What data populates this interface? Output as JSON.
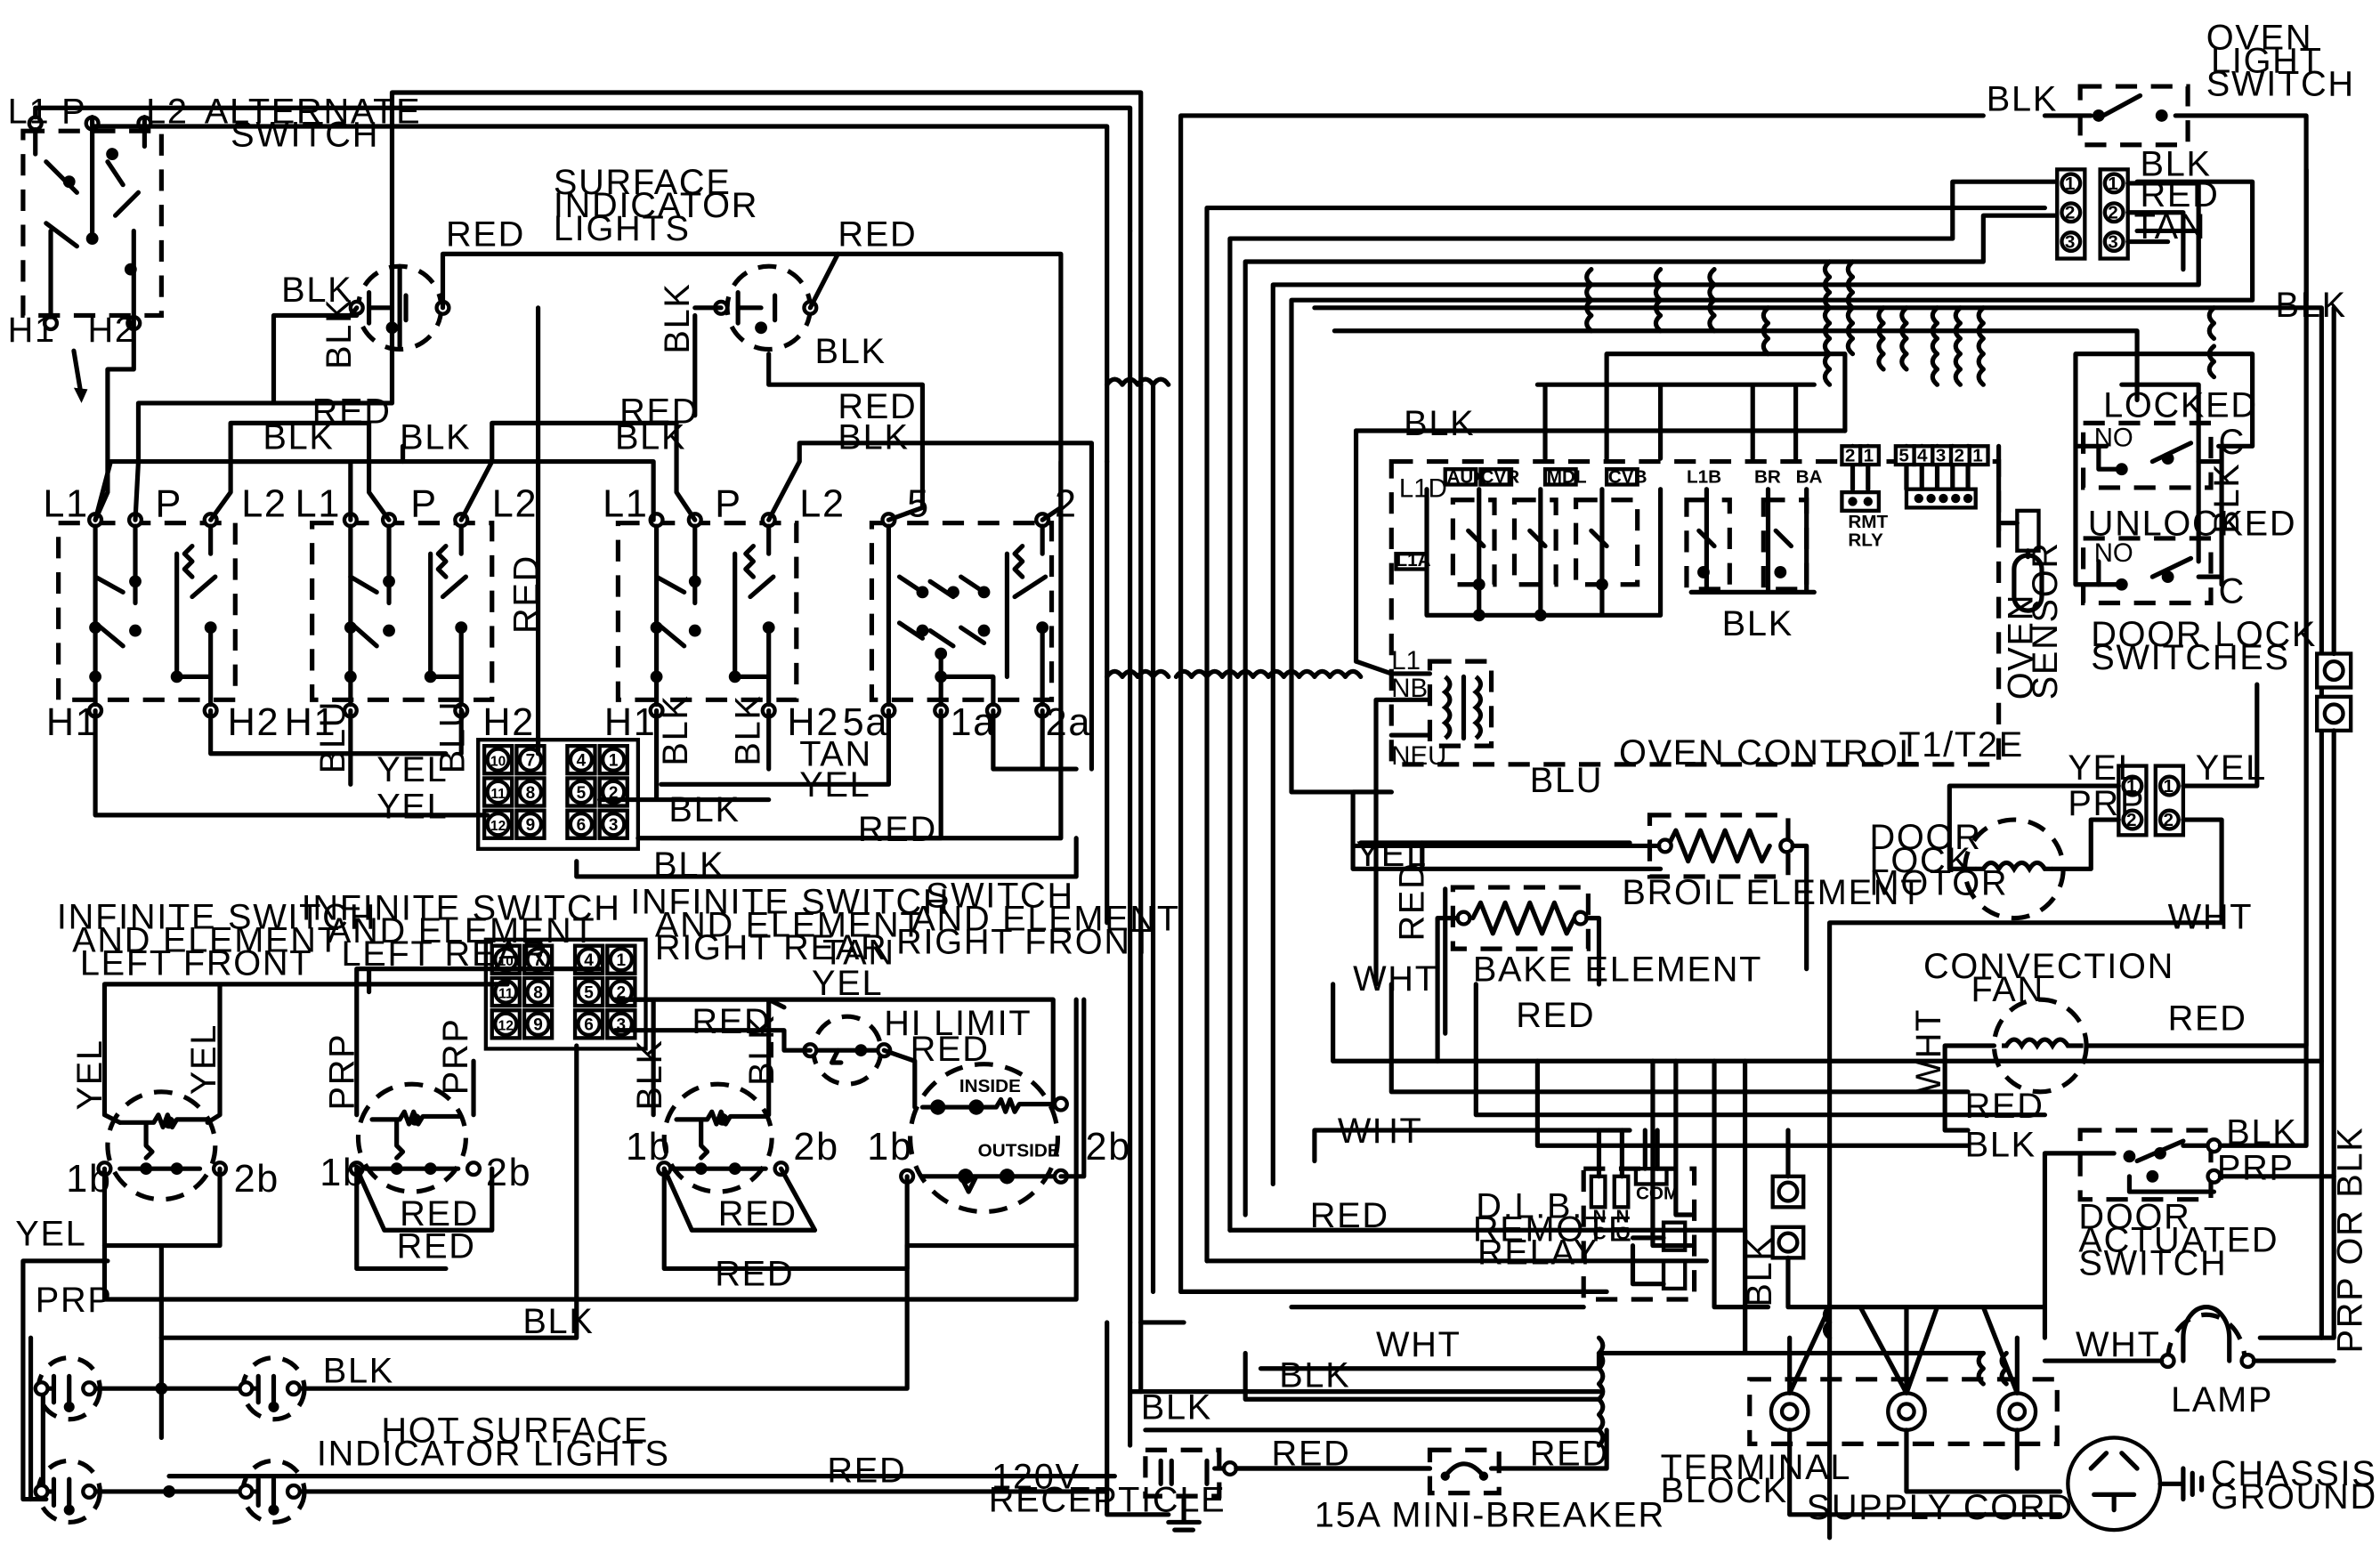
{
  "title": "",
  "alternate_switch": {
    "title": [
      "ALTERNATE",
      "SWITCH"
    ],
    "terminals": {
      "l1": "L1",
      "p": "P",
      "l2": "L2",
      "h1": "H1",
      "h2": "H2"
    }
  },
  "surface_indicator": {
    "title": [
      "SURFACE",
      "INDICATOR",
      "LIGHTS"
    ]
  },
  "switch_terminals": {
    "l1": "L1",
    "p": "P",
    "l2": "L2",
    "h1": "H1",
    "h2": "H2",
    "t5": "5",
    "t2": "2",
    "t5a": "5a",
    "t1a": "1a",
    "t2a": "2a"
  },
  "wire_colors": {
    "red": "RED",
    "blk": "BLK",
    "yel": "YEL",
    "blu": "BLU",
    "tan": "TAN",
    "wht": "WHT",
    "prp": "PRP",
    "prp_or_blk": "PRP OR BLK"
  },
  "connector_numbers": [
    "1",
    "2",
    "3",
    "4",
    "5",
    "6",
    "7",
    "8",
    "9",
    "10",
    "11",
    "12"
  ],
  "lower_sections": {
    "left_front": [
      "INFINITE SWITCH",
      "AND ELEMENT",
      "LEFT FRONT"
    ],
    "left_rear": [
      "INFINITE SWITCH",
      "AND ELEMENT",
      "LEFT REAR"
    ],
    "right_rear": [
      "INFINITE SWITCH",
      "AND ELEMENT",
      "RIGHT REAR"
    ],
    "right_front": [
      "SWITCH",
      "AND ELEMENT",
      "RIGHT FRONT"
    ],
    "element_terminals": {
      "t1b": "1b",
      "t2b": "2b"
    },
    "hi_limit": "HI LIMIT",
    "inside": "INSIDE",
    "outside": "OUTSIDE",
    "hot_surface": [
      "HOT SURFACE",
      "INDICATOR LIGHTS"
    ]
  },
  "receptacle": [
    "120V",
    "RECEPTICLE"
  ],
  "mini_breaker": "15A MINI-BREAKER",
  "terminal_block": [
    "TERMINAL",
    "BLOCK"
  ],
  "supply_cord": "SUPPLY CORD",
  "chassis_ground": [
    "CHASSIS",
    "GROUND"
  ],
  "lamp": "LAMP",
  "oven_light_switch": [
    "OVEN",
    "LIGHT",
    "SWITCH"
  ],
  "oven_control": {
    "title": "OVEN CONTROL",
    "model": "T1/T2E",
    "relays": {
      "aux": "AUX",
      "cvr": "CVR",
      "mdl": "MDL",
      "cvb": "CVB",
      "l1b": "L1B",
      "br": "BR",
      "ba": "BA"
    },
    "left_pins": {
      "l1d": "L1D",
      "l1a": "L1A",
      "l1": "L1",
      "nb": "NB",
      "neu": "NEU"
    },
    "rmt_rly": [
      "RMT",
      "RLY"
    ],
    "rmt_rly_pins": [
      "2",
      "1"
    ],
    "sensor_pins": [
      "5",
      "4",
      "3",
      "2",
      "1"
    ]
  },
  "oven_sensor": [
    "OVEN",
    "SENSOR"
  ],
  "door_lock": {
    "locked": "LOCKED",
    "unlocked": "UNLOCKED",
    "no": "NO",
    "c": "C",
    "switches": [
      "DOOR LOCK",
      "SWITCHES"
    ],
    "motor": [
      "DOOR",
      "LOCK",
      "MOTOR"
    ]
  },
  "broil_element": "BROIL ELEMENT",
  "bake_element": "BAKE ELEMENT",
  "convection_fan": [
    "CONVECTION",
    "FAN"
  ],
  "dlb_relay": {
    "title": [
      "D.L.B.",
      "REMOTE",
      "RELAY"
    ],
    "nc": [
      "N",
      "C"
    ],
    "no": [
      "N",
      "O"
    ],
    "com": "COM"
  },
  "door_actuated_switch": [
    "DOOR",
    "ACTUATED",
    "SWITCH"
  ]
}
